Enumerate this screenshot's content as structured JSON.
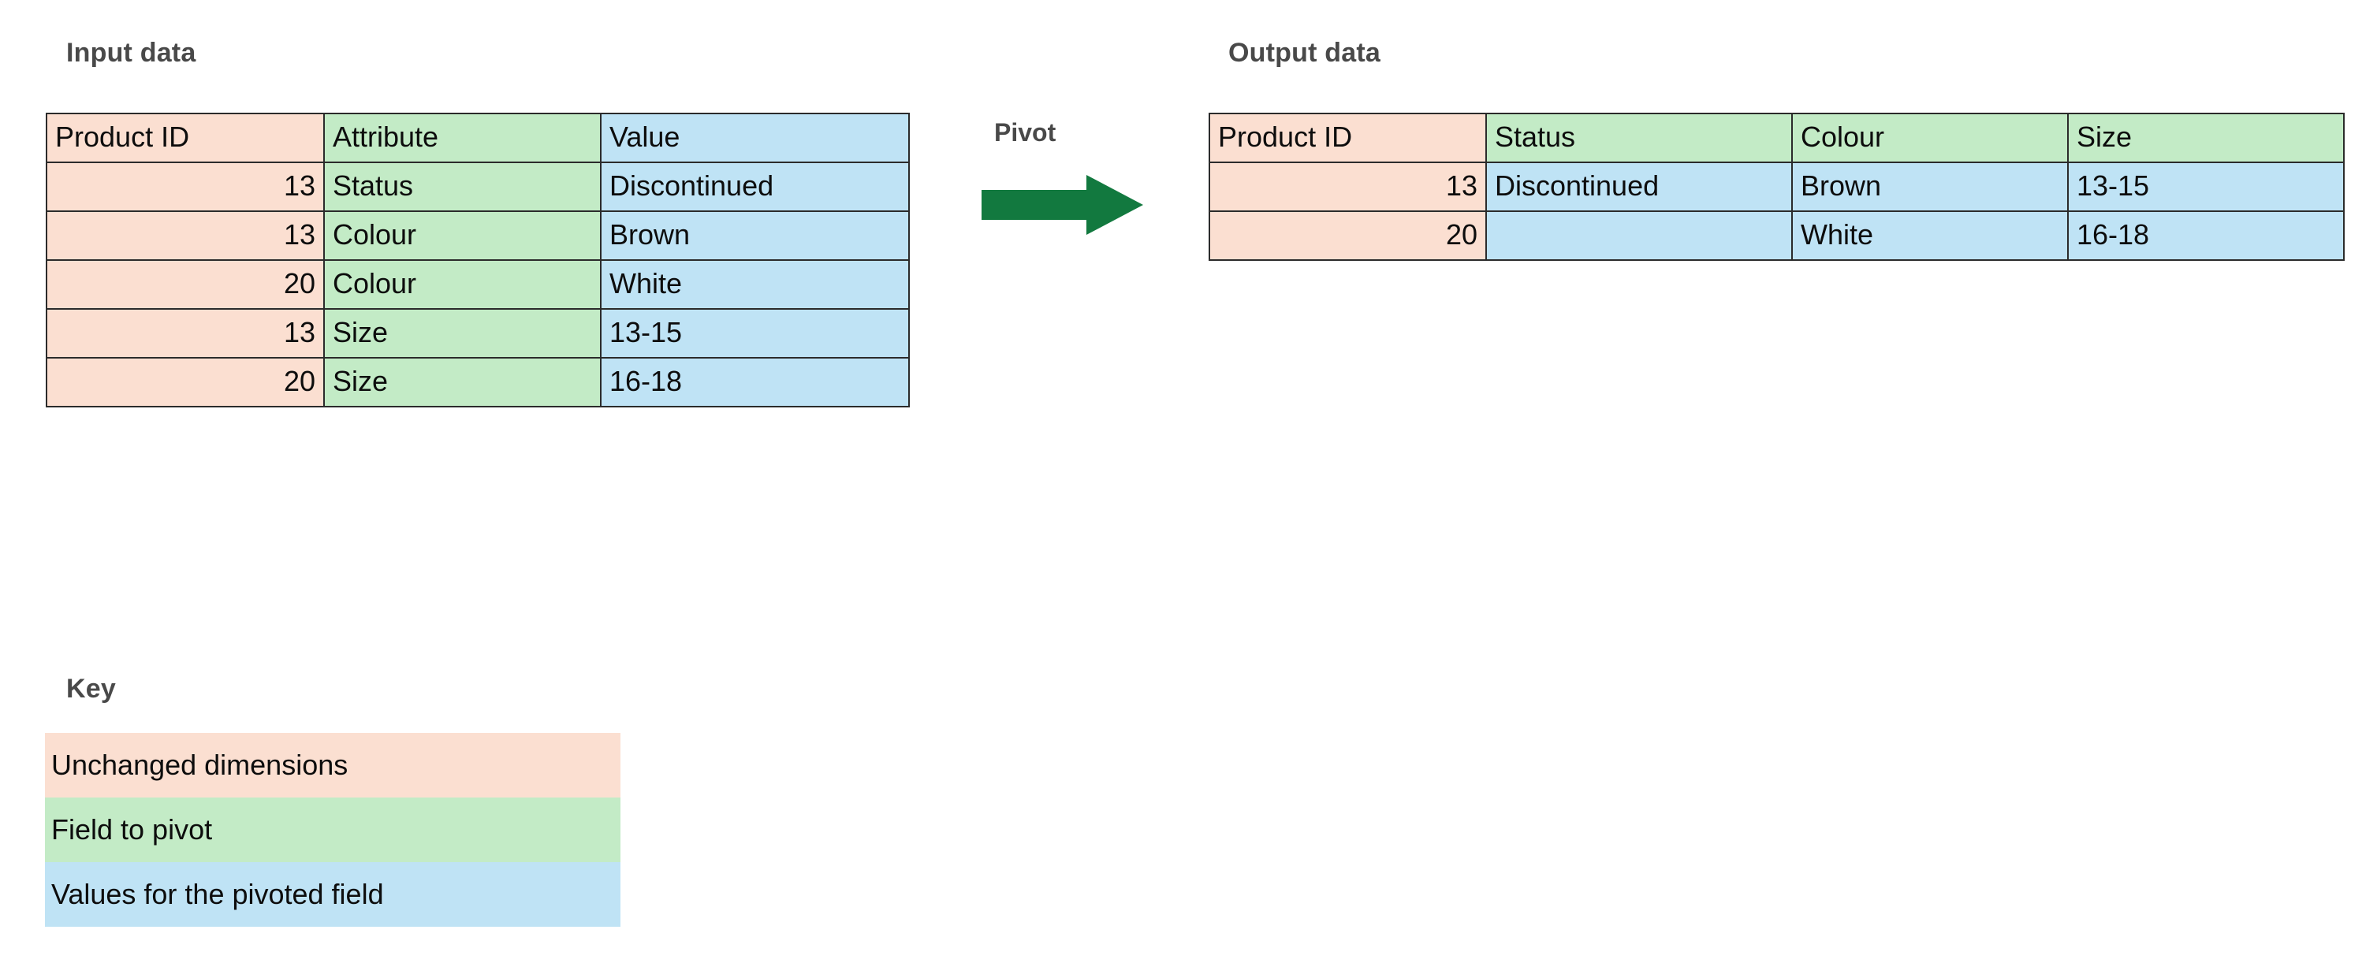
{
  "colors": {
    "unchanged_dimension": "#fbdfd1",
    "field_to_pivot": "#c3ebc6",
    "pivoted_values": "#bfe3f5",
    "arrow": "#12793f",
    "heading_text": "#494949",
    "cell_border": "#2b2b2b"
  },
  "input_section": {
    "title": "Input data",
    "columns": [
      "Product ID",
      "Attribute",
      "Value"
    ],
    "rows": [
      {
        "product_id": "13",
        "attribute": "Status",
        "value": "Discontinued"
      },
      {
        "product_id": "13",
        "attribute": "Colour",
        "value": "Brown"
      },
      {
        "product_id": "20",
        "attribute": "Colour",
        "value": "White"
      },
      {
        "product_id": "13",
        "attribute": "Size",
        "value": "13-15"
      },
      {
        "product_id": "20",
        "attribute": "Size",
        "value": "16-18"
      }
    ]
  },
  "transform": {
    "label": "Pivot",
    "arrow_icon": "right-arrow-icon"
  },
  "output_section": {
    "title": "Output data",
    "columns": [
      "Product ID",
      "Status",
      "Colour",
      "Size"
    ],
    "rows": [
      {
        "product_id": "13",
        "status": "Discontinued",
        "colour": "Brown",
        "size": "13-15"
      },
      {
        "product_id": "20",
        "status": "",
        "colour": "White",
        "size": "16-18"
      }
    ]
  },
  "key": {
    "title": "Key",
    "items": [
      {
        "label": "Unchanged dimensions",
        "swatch": "#fbdfd1"
      },
      {
        "label": "Field to pivot",
        "swatch": "#c3ebc6"
      },
      {
        "label": "Values for the pivoted field",
        "swatch": "#bfe3f5"
      }
    ]
  }
}
